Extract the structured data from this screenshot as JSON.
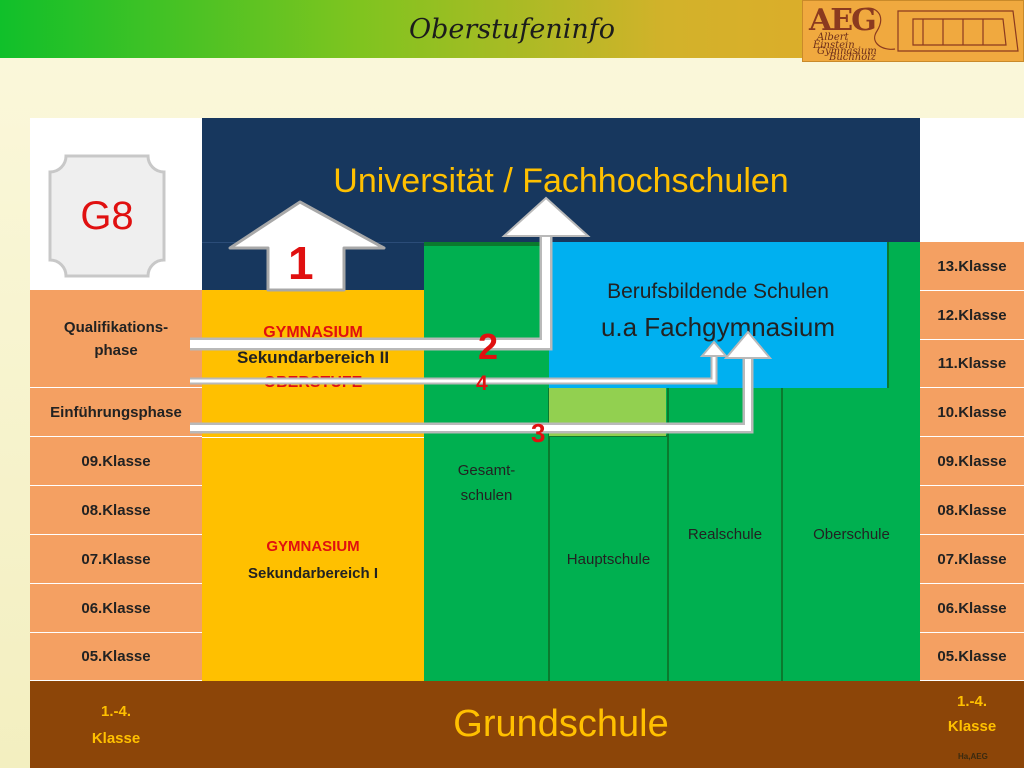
{
  "header": {
    "title": "Oberstufeninfo"
  },
  "logo": {
    "letters": "AEG",
    "lines": [
      "Albert",
      "Einstein",
      "Gymnasium",
      "Buchholz"
    ]
  },
  "diagram": {
    "badge": "G8",
    "university": "Universität / Fachhochschulen",
    "berufsbildende_line1": "Berufsbildende Schulen",
    "berufsbildende_line2": "u.a Fachgymnasium",
    "gym_upper_line1": "GYMNASIUM",
    "gym_upper_line2": "Sekundarbereich II",
    "gym_upper_line3": "OBERSTUFE",
    "gym_lower_line1": "GYMNASIUM",
    "gym_lower_line2": "Sekundarbereich I",
    "gesamt_line1": "Gesamt-",
    "gesamt_line2": "schulen",
    "hauptschule": "Hauptschule",
    "realschule": "Realschule",
    "oberschule": "Oberschule",
    "grundschule": "Grundschule",
    "left_phases": {
      "quali_line1": "Qualifikations-",
      "quali_line2": "phase",
      "einfuehrung": "Einführungsphase",
      "k09": "09.Klasse",
      "k08": "08.Klasse",
      "k07": "07.Klasse",
      "k06": "06.Klasse",
      "k05": "05.Klasse",
      "primary_line1": "1.-4.",
      "primary_line2": "Klasse"
    },
    "right_grades": [
      "13.Klasse",
      "12.Klasse",
      "11.Klasse",
      "10.Klasse",
      "09.Klasse",
      "08.Klasse",
      "07.Klasse",
      "06.Klasse",
      "05.Klasse"
    ],
    "right_primary_line1": "1.-4.",
    "right_primary_line2": "Klasse",
    "footer_credit": "Ha,AEG",
    "arrow_labels": {
      "a1": "1",
      "a2": "2",
      "a3": "3",
      "a4": "4"
    }
  },
  "colors": {
    "university_bg": "#17375e",
    "gymnasium": "#ffc000",
    "green": "#00b050",
    "light_green": "#92d050",
    "blue": "#00b0f0",
    "orange": "#f4a062",
    "brown": "#8c4508",
    "red_text": "#e01010"
  }
}
